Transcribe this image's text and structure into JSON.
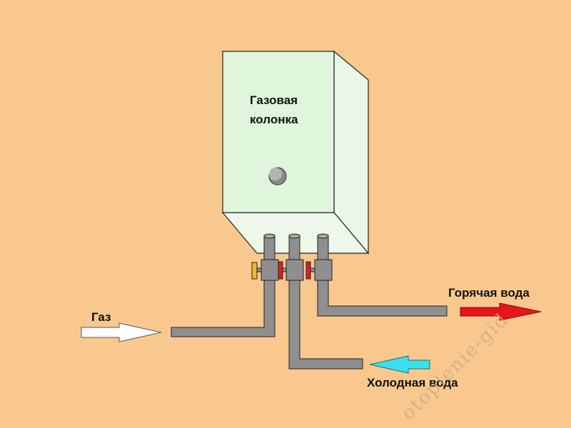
{
  "heater": {
    "label_line1": "Газовая",
    "label_line2": "колонка"
  },
  "labels": {
    "gas": "Газ",
    "hot_water": "Горячая вода",
    "cold_water": "Холодная вода"
  },
  "watermark": "otoplenie-gid",
  "colors": {
    "background": "#f9c88e",
    "heater_front": "#dff5dc",
    "heater_side": "#e8f7e6",
    "heater_top": "#eef9ec",
    "pipe": "#8f8f8f",
    "gas_valve": "#f2b52e",
    "cold_valve": "#d6202a",
    "hot_valve": "#d6202a",
    "gas_arrow": "#ffffff",
    "hot_arrow": "#e8141c",
    "cold_arrow": "#39e0ea"
  }
}
